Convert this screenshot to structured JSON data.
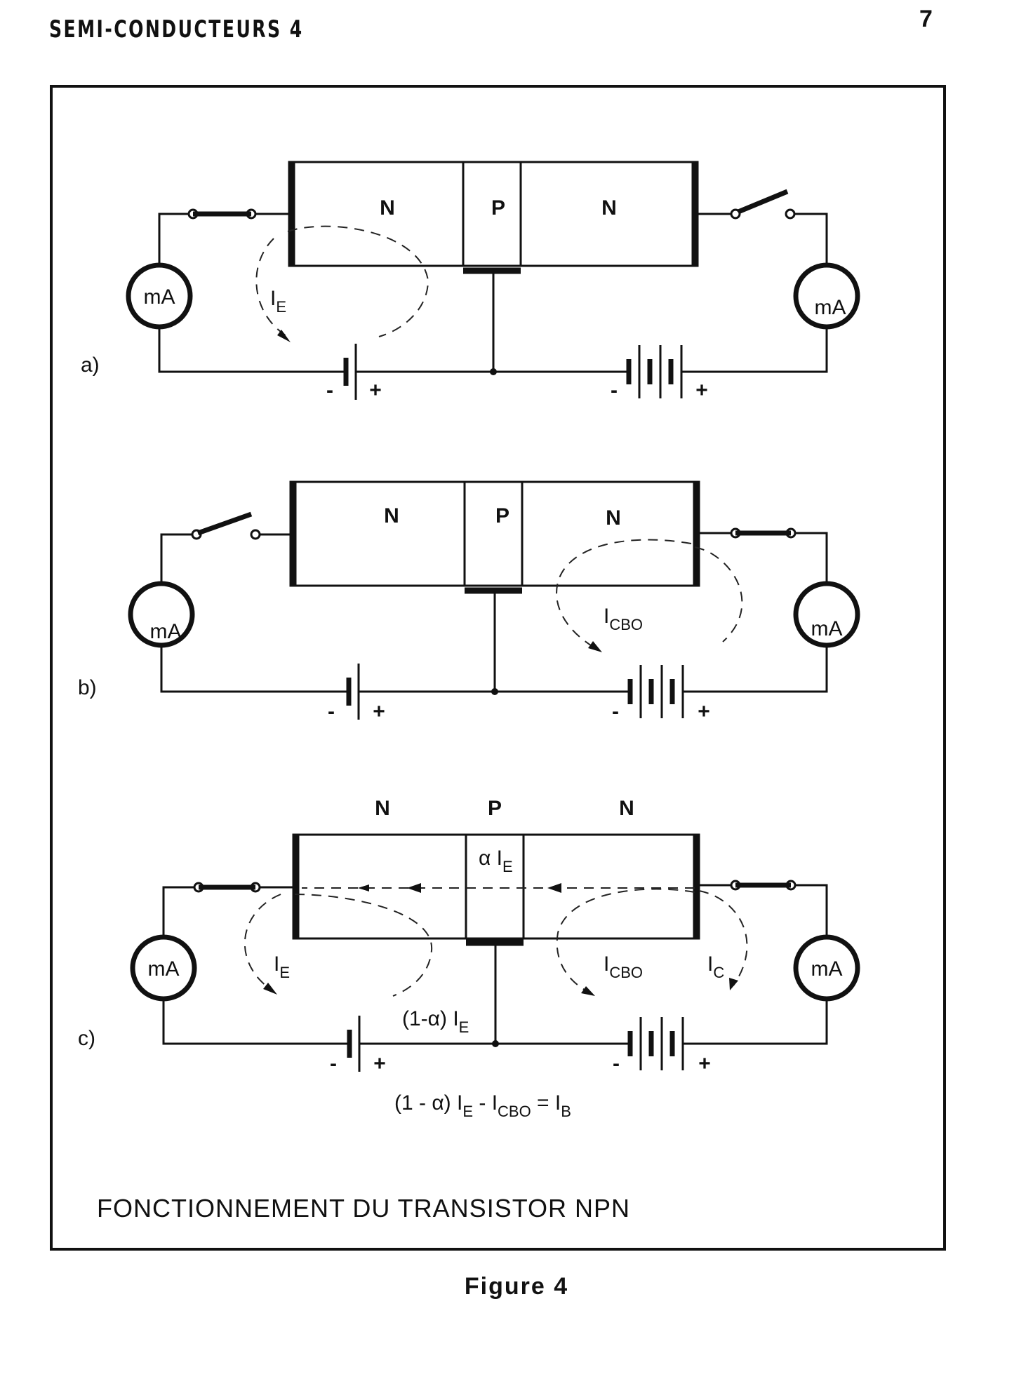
{
  "header": {
    "title": "SEMI-CONDUCTEURS 4",
    "page_number": "7"
  },
  "panel": {
    "title": "FONCTIONNEMENT DU TRANSISTOR NPN"
  },
  "diagram_a": {
    "label": "a)",
    "regions": [
      "N",
      "P",
      "N"
    ],
    "meter_left": "mA",
    "meter_right": "mA",
    "current_left": {
      "main": "I",
      "sub": "E"
    },
    "battery_left_minus": "-",
    "battery_left_plus": "+",
    "battery_right_minus": "-",
    "battery_right_plus": "+"
  },
  "diagram_b": {
    "label": "b)",
    "regions": [
      "N",
      "P",
      "N"
    ],
    "meter_left": "mA",
    "meter_right": "mA",
    "current_right": {
      "main": "I",
      "sub": "CBO"
    },
    "battery_left_minus": "-",
    "battery_left_plus": "+",
    "battery_right_minus": "-",
    "battery_right_plus": "+"
  },
  "diagram_c": {
    "label": "c)",
    "regions": [
      "N",
      "P",
      "N"
    ],
    "meter_left": "mA",
    "meter_right": "mA",
    "alpha_current": {
      "main": "α I",
      "sub": "E"
    },
    "current_left": {
      "main": "I",
      "sub": "E"
    },
    "current_cbo": {
      "main": "I",
      "sub": "CBO"
    },
    "current_c": {
      "main": "I",
      "sub": "C"
    },
    "base_current": {
      "main": "(1-α) I",
      "sub": "E"
    },
    "equation": {
      "part1": "(1 - α) I",
      "sub1": "E",
      "part2": " - I",
      "sub2": "CBO",
      "part3": " = I",
      "sub3": "B"
    },
    "battery_left_minus": "-",
    "battery_left_plus": "+",
    "battery_right_minus": "-",
    "battery_right_plus": "+"
  },
  "figure_caption": "Figure 4"
}
